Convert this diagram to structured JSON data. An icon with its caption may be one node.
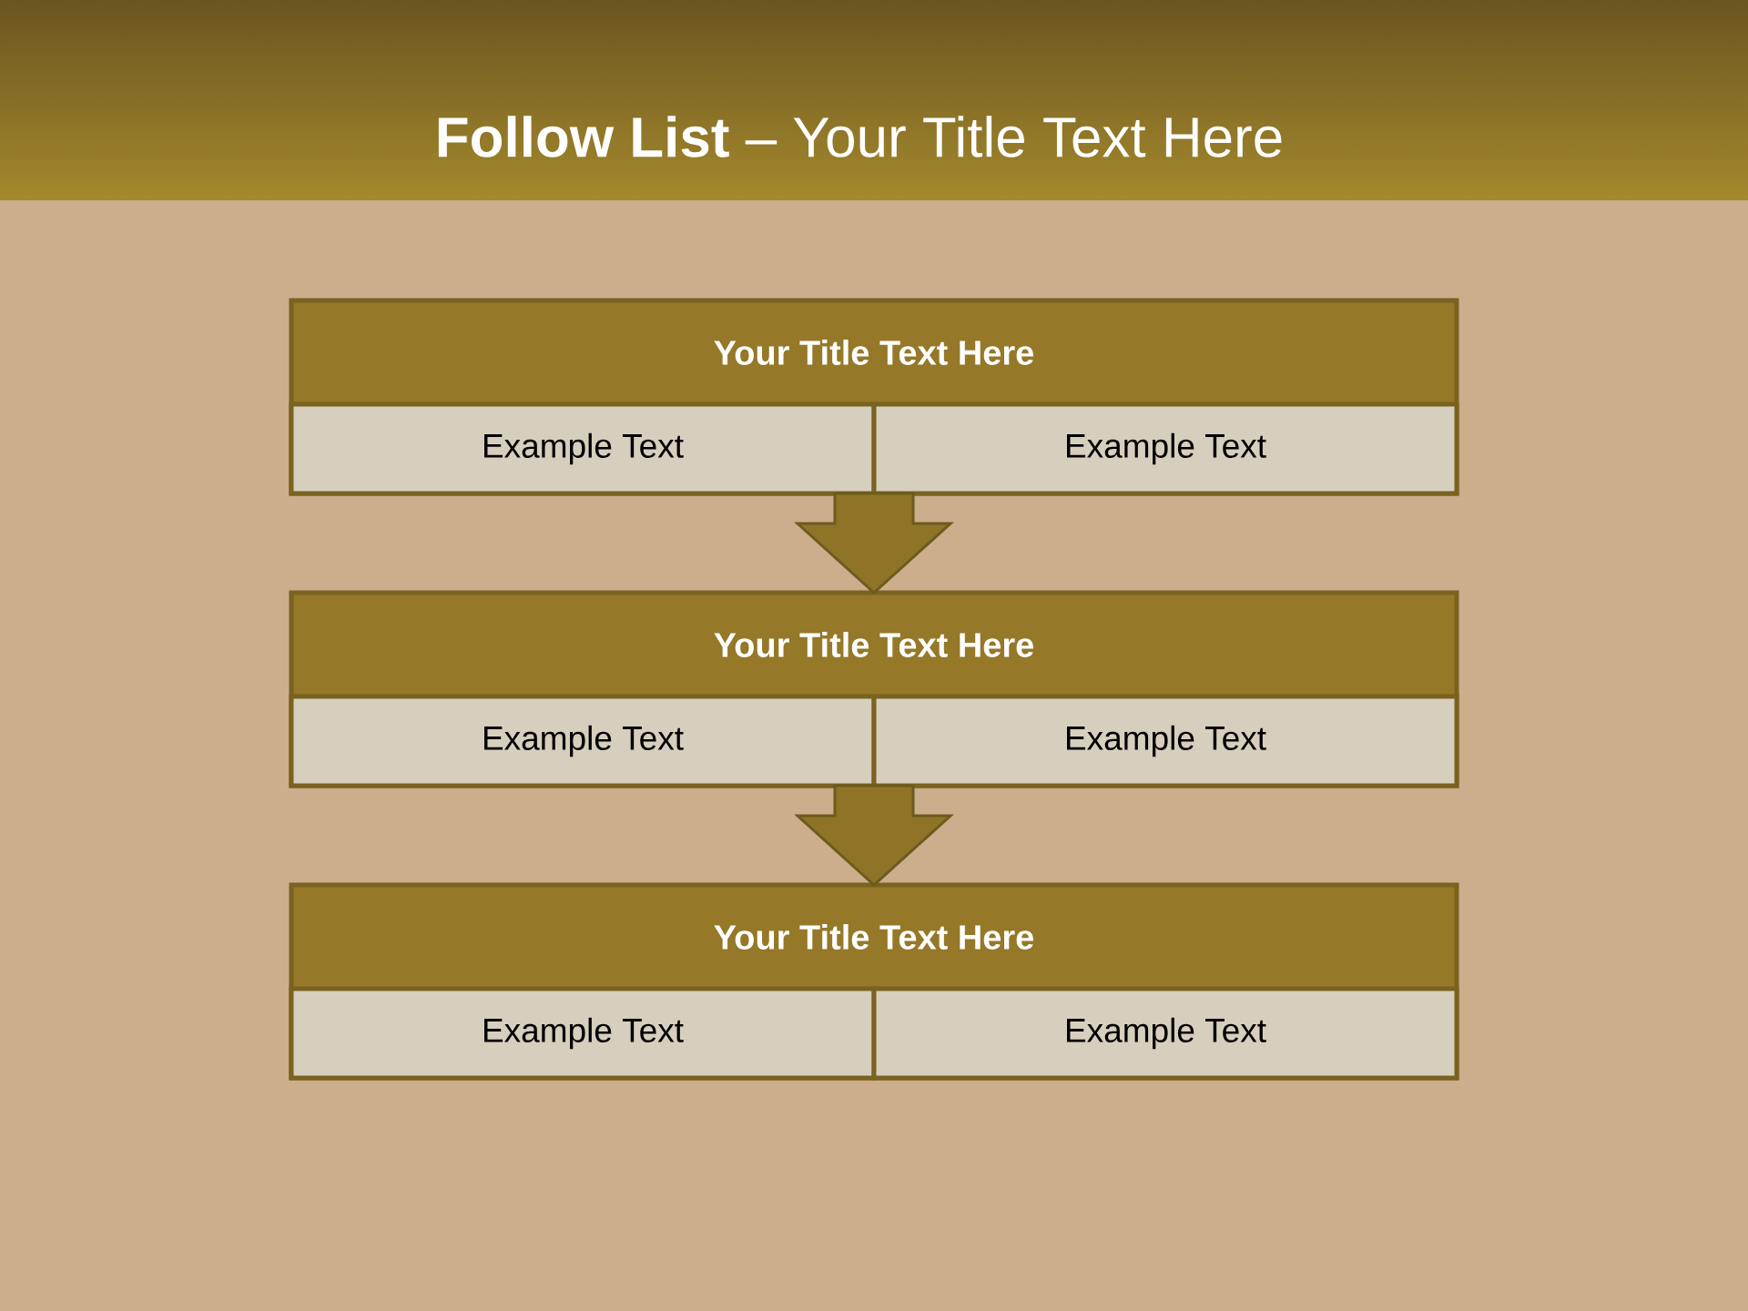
{
  "diagram": {
    "title": "**Follow List** – Your Title Text Here",
    "nodes": [
      {
        "text": [
          "Your Title Text Here"
        ]
      },
      {
        "text": [
          "Example Text"
        ],
        "in": 0
      },
      {
        "text": [
          "Example Text"
        ],
        "in": 0
      },
      {
        "text": [
          "Your Title Text Here"
        ]
      },
      {
        "text": [
          "Example Text"
        ],
        "in": 3
      },
      {
        "text": [
          "Example Text"
        ],
        "in": 3
      },
      {
        "text": [
          "Your Title Text Here"
        ]
      },
      {
        "text": [
          "Example Text"
        ],
        "in": 6
      },
      {
        "text": [
          "Example Text"
        ],
        "in": 6
      }
    ],
    "edges": [
      {
        "from": 0,
        "to": 3,
        "arrow": "to"
      },
      {
        "from": 3,
        "to": 6,
        "arrow": "to"
      }
    ]
  }
}
